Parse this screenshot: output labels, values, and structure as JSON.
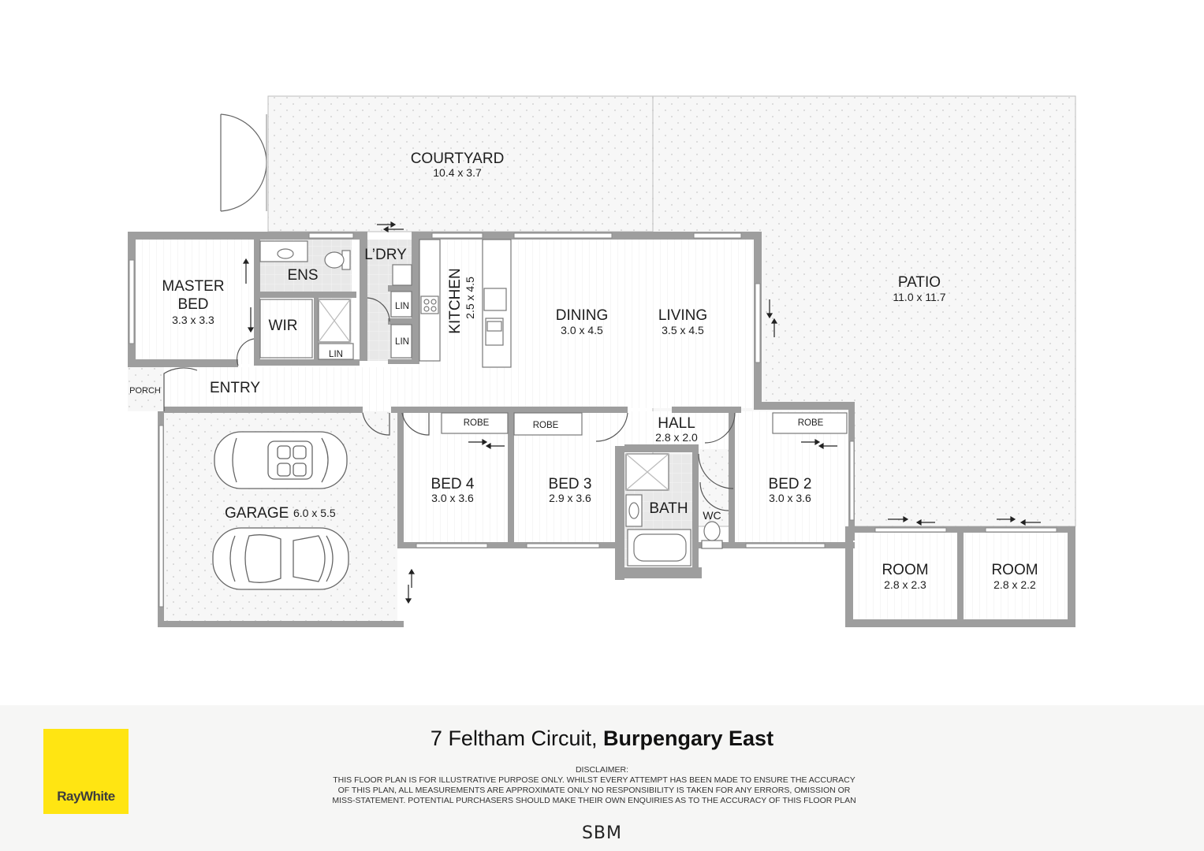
{
  "rooms": {
    "courtyard": {
      "name": "COURTYARD",
      "size": "10.4 x 3.7"
    },
    "patio": {
      "name": "PATIO",
      "size": "11.0 x 11.7"
    },
    "master_bed": {
      "name_line1": "MASTER",
      "name_line2": "BED",
      "size": "3.3 x 3.3"
    },
    "ens": {
      "name": "ENS"
    },
    "wir": {
      "name": "WIR"
    },
    "ldry": {
      "name": "L’DRY"
    },
    "lin": {
      "name": "LIN"
    },
    "kitchen": {
      "name": "KITCHEN",
      "size": "2.5 x 4.5"
    },
    "dining": {
      "name": "DINING",
      "size": "3.0 x 4.5"
    },
    "living": {
      "name": "LIVING",
      "size": "3.5 x 4.5"
    },
    "porch": {
      "name": "PORCH"
    },
    "entry": {
      "name": "ENTRY"
    },
    "garage": {
      "name": "GARAGE",
      "size": "6.0 x 5.5"
    },
    "hall": {
      "name": "HALL",
      "size": "2.8 x 2.0"
    },
    "robe": {
      "name": "ROBE"
    },
    "bed4": {
      "name": "BED 4",
      "size": "3.0 x 3.6"
    },
    "bed3": {
      "name": "BED 3",
      "size": "2.9 x 3.6"
    },
    "bed2": {
      "name": "BED 2",
      "size": "3.0 x 3.6"
    },
    "bath": {
      "name": "BATH"
    },
    "wc": {
      "name": "WC"
    },
    "room1": {
      "name": "ROOM",
      "size": "2.8 x 2.3"
    },
    "room2": {
      "name": "ROOM",
      "size": "2.8 x 2.2"
    }
  },
  "footer": {
    "logo": "RayWhite",
    "address_street": "7 Feltham Circuit,",
    "address_suburb": "Burpengary East",
    "disclaimer_title": "DISCLAIMER:",
    "disclaimer_text": "THIS FLOOR PLAN IS FOR ILLUSTRATIVE PURPOSE ONLY. WHILST EVERY ATTEMPT HAS BEEN MADE TO ENSURE THE ACCURACY OF THIS PLAN, ALL MEASUREMENTS ARE APPROXIMATE ONLY NO RESPONSIBILITY IS TAKEN FOR ANY ERRORS, OMISSION OR MISS-STATEMENT. POTENTIAL PURCHASERS SHOULD MAKE THEIR OWN ENQUIRIES AS TO THE ACCURACY OF THIS FLOOR PLAN",
    "brand_mark": "SBM"
  },
  "colors": {
    "wall": "#9e9e9e",
    "logo_bg": "#ffe512",
    "outdoor_dots": "#c9c9c9",
    "tile": "#e6e6e6"
  }
}
